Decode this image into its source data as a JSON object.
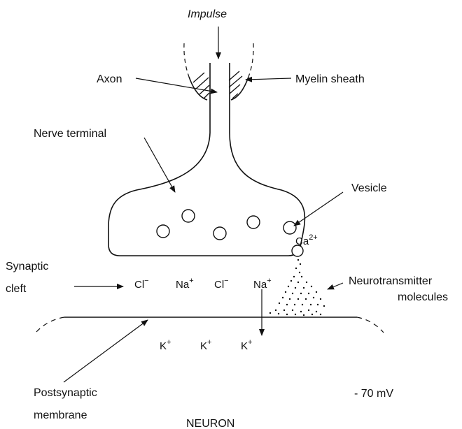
{
  "diagram": {
    "labels": {
      "impulse": "Impulse",
      "axon": "Axon",
      "myelin_sheath": "Myelin sheath",
      "nerve_terminal": "Nerve terminal",
      "vesicle": "Vesicle",
      "synaptic_cleft_line1": "Synaptic",
      "synaptic_cleft_line2": "cleft",
      "neurotransmitter_line1": "Neurotransmitter",
      "neurotransmitter_line2": "molecules",
      "postsynaptic_line1": "Postsynaptic",
      "postsynaptic_line2": "membrane",
      "voltage": "- 70 mV",
      "neuron": "NEURON"
    },
    "ions": {
      "cleft": [
        {
          "base": "Cl",
          "charge": "−"
        },
        {
          "base": "Na",
          "charge": "+"
        },
        {
          "base": "Cl",
          "charge": "−"
        },
        {
          "base": "Na",
          "charge": "+"
        }
      ],
      "calcium": {
        "base": "Ca",
        "charge": "2+"
      },
      "potassium": [
        {
          "base": "K",
          "charge": "+"
        },
        {
          "base": "K",
          "charge": "+"
        },
        {
          "base": "K",
          "charge": "+"
        }
      ]
    }
  }
}
